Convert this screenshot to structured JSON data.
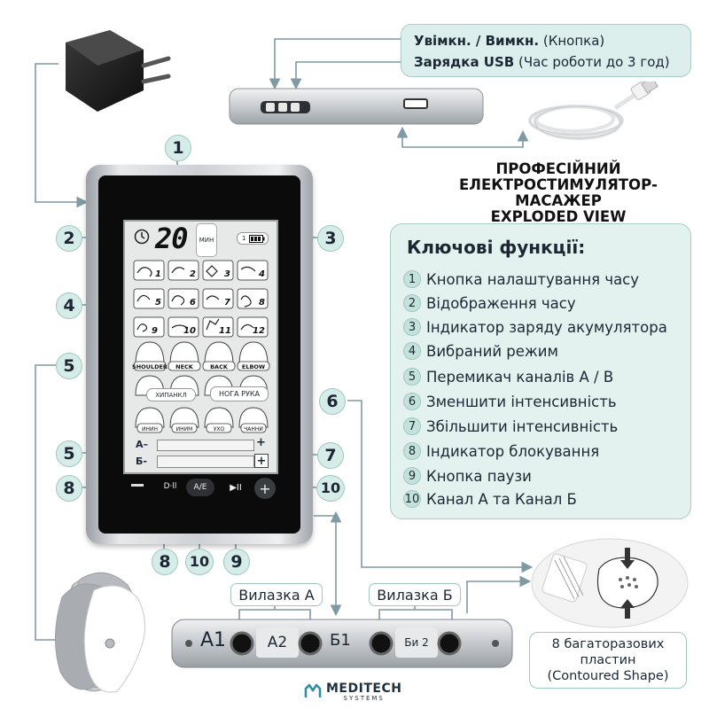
{
  "top_box": {
    "line1_bold": "Увімкн. / Вимкн.",
    "line1_rest": "(Кнопка)",
    "line2_bold": "Зарядка  USB",
    "line2_rest": "(Час роботи до 3 год)"
  },
  "title": {
    "line1": "ПРОФЕСІЙНИЙ",
    "line2": "ЕЛЕКТРОСТИМУЛЯТОР-МАСАЖЕР",
    "line3": "EXPLODED VIEW"
  },
  "features": {
    "heading": "Ключові функції:",
    "items": [
      {
        "num": "1",
        "text": "Кнопка налаштування часу"
      },
      {
        "num": "2",
        "text": "Відображення часу"
      },
      {
        "num": "3",
        "text": "Індикатор заряду акумулятора"
      },
      {
        "num": "4",
        "text": "Вибраний режим"
      },
      {
        "num": "5",
        "text": "Перемикач каналів А / В"
      },
      {
        "num": "6",
        "text": "Зменшити інтенсивність"
      },
      {
        "num": "7",
        "text": "Збільшити інтенсивність"
      },
      {
        "num": "8",
        "text": "Індикатор блокування"
      },
      {
        "num": "9",
        "text": "Кнопка паузи"
      },
      {
        "num": "10",
        "text": "Канал А та Канал Б"
      }
    ]
  },
  "callouts": [
    "1",
    "2",
    "3",
    "4",
    "5",
    "5",
    "6",
    "7",
    "8",
    "10",
    "8",
    "10",
    "9"
  ],
  "lcd": {
    "time": "20",
    "time_unit": "МИН",
    "battery_num": "1",
    "mode_numbers": [
      "1",
      "2",
      "3",
      "4",
      "5",
      "6",
      "7",
      "8",
      "9",
      "10",
      "11",
      "12"
    ],
    "body_labels": [
      "SHOULDER",
      "NECK",
      "BACK",
      "ELBOW"
    ],
    "chip_left": "ХИПАНКЛ",
    "chip_right": "НОГА РУКА",
    "small_labels": [
      "ИНИН",
      "ИНИМ",
      "УХО",
      "ЧАННИ"
    ],
    "channel_a": "А–",
    "channel_b": "Б-",
    "plus": "+"
  },
  "buttons": {
    "minus": "–",
    "lock": "D·ll",
    "ae": "A/E",
    "pause": "▶︎II",
    "plus": "+"
  },
  "jack_box": {
    "label_a": "Вилазка А",
    "label_b": "Вилазка Б",
    "a1": "A1",
    "a2": "A2",
    "b1": "Б1",
    "b2": "Би 2"
  },
  "pads_box": {
    "line1": "8 багаторазових",
    "line2": "пластин",
    "line3": "(Contoured Shape)"
  },
  "logo": {
    "name": "MEDITECH",
    "sub": "SYSTEMS"
  },
  "colors": {
    "accent_fill": "#dcefed",
    "accent_border": "#9fc8c1",
    "line": "#7f9aa2"
  }
}
